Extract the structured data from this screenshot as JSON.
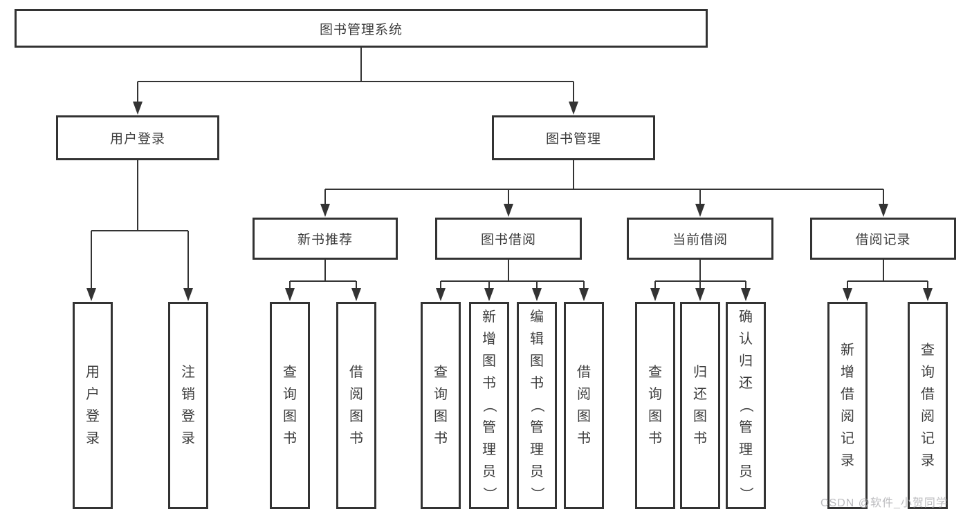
{
  "tree": {
    "label": "图书管理系统",
    "children": [
      {
        "label": "用户登录",
        "children": [
          {
            "label": "用户登录"
          },
          {
            "label": "注销登录"
          }
        ]
      },
      {
        "label": "图书管理",
        "children": [
          {
            "label": "新书推荐",
            "children": [
              {
                "label": "查询图书"
              },
              {
                "label": "借阅图书"
              }
            ]
          },
          {
            "label": "图书借阅",
            "children": [
              {
                "label": "查询图书"
              },
              {
                "label": "新增图书（管理员）"
              },
              {
                "label": "编辑图书（管理员）"
              },
              {
                "label": "借阅图书"
              }
            ]
          },
          {
            "label": "当前借阅",
            "children": [
              {
                "label": "查询图书"
              },
              {
                "label": "归还图书"
              },
              {
                "label": "确认归还（管理员）"
              }
            ]
          },
          {
            "label": "借阅记录",
            "children": [
              {
                "label": "新增借阅记录"
              },
              {
                "label": "查询借阅记录"
              }
            ]
          }
        ]
      }
    ]
  },
  "watermark": {
    "text": "CSDN @软件_小贺同学"
  },
  "colors": {
    "line": "#333333",
    "text": "#3c3c3c",
    "background": "#ffffff",
    "watermark": "#b4b4b8"
  }
}
